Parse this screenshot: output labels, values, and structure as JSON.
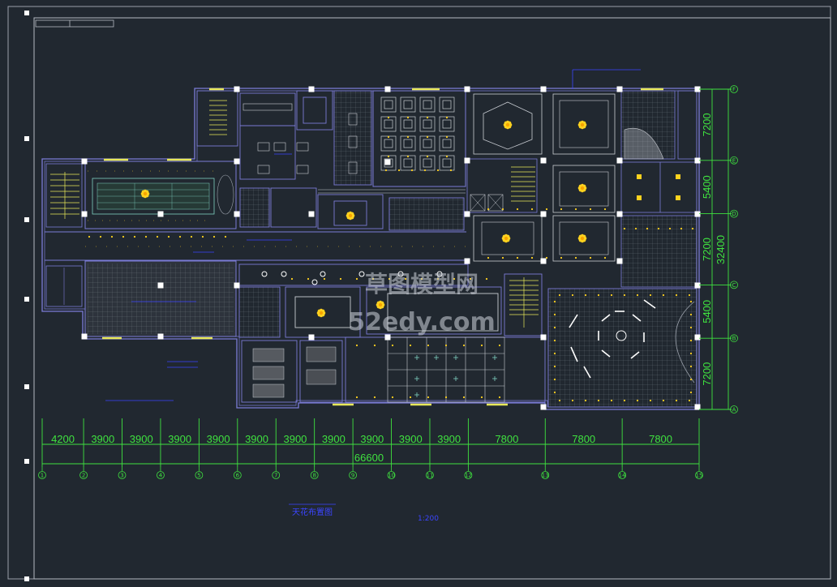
{
  "drawing": {
    "plan_title": "天花布置图",
    "scale": "1:200",
    "watermark_cn": "草图模型网",
    "watermark_url": "52edy.com"
  },
  "dimensions": {
    "bottom_segments": [
      "4200",
      "3900",
      "3900",
      "3900",
      "3900",
      "3900",
      "3900",
      "3900",
      "3900",
      "3900",
      "3900",
      "7800",
      "7800",
      "7800"
    ],
    "bottom_total": "66600",
    "right_segments": [
      "7200",
      "5400",
      "7200",
      "5400",
      "7200"
    ],
    "right_total": "32400"
  },
  "axes": {
    "numbers": [
      "1",
      "2",
      "3",
      "4",
      "5",
      "6",
      "7",
      "8",
      "9",
      "10",
      "11",
      "12",
      "13",
      "14",
      "15"
    ],
    "letters": [
      "F",
      "E",
      "D",
      "C",
      "B",
      "A"
    ]
  },
  "colors": {
    "background": "#212830",
    "wall": "#7b7bd6",
    "dimension": "#3fe23f",
    "light_fixture": "#ffd21f",
    "annotation": "#3b45ff",
    "grid": "#b9bec6"
  }
}
